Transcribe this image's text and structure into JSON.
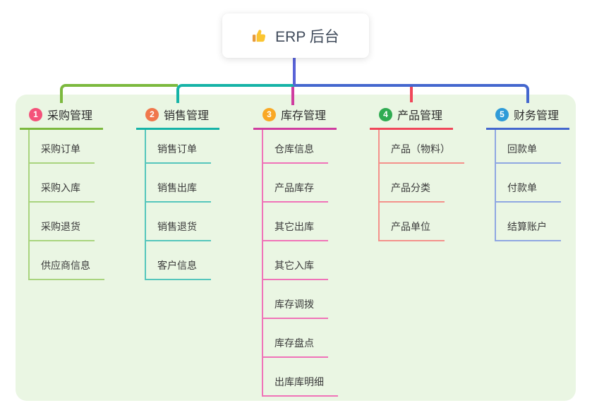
{
  "root": {
    "label": "ERP 后台",
    "icon": "thumbs-up-icon"
  },
  "branches": [
    {
      "number": "1",
      "title": "采购管理",
      "badge_color": "#f4527a",
      "line_color": "#7cb93e",
      "child_line_color": "#a9d47e",
      "children": [
        "采购订单",
        "采购入库",
        "采购退货",
        "供应商信息"
      ]
    },
    {
      "number": "2",
      "title": "销售管理",
      "badge_color": "#f0774c",
      "line_color": "#16b3a7",
      "child_line_color": "#55c6bc",
      "children": [
        "销售订单",
        "销售出库",
        "销售退货",
        "客户信息"
      ]
    },
    {
      "number": "3",
      "title": "库存管理",
      "badge_color": "#f9a825",
      "line_color": "#cf3da0",
      "child_line_color": "#f073b8",
      "children": [
        "仓库信息",
        "产品库存",
        "其它出库",
        "其它入库",
        "库存调拨",
        "库存盘点",
        "出库库明细"
      ]
    },
    {
      "number": "4",
      "title": "产品管理",
      "badge_color": "#30ab52",
      "line_color": "#f0475a",
      "child_line_color": "#f4918b",
      "children": [
        "产品（物料）",
        "产品分类",
        "产品单位"
      ]
    },
    {
      "number": "5",
      "title": "财务管理",
      "badge_color": "#2f9bd8",
      "line_color": "#4467ce",
      "child_line_color": "#8fa7e2",
      "children": [
        "回款单",
        "付款单",
        "结算账户"
      ]
    }
  ],
  "colors": {
    "canvas_bg": "#ffffff",
    "panel_bg": "#eaf6e3",
    "trunk": "#5963d7",
    "card_text": "#3f4a5a",
    "thumb_yellow": "#fbc531",
    "thumb_cuff": "#e89b3c"
  }
}
